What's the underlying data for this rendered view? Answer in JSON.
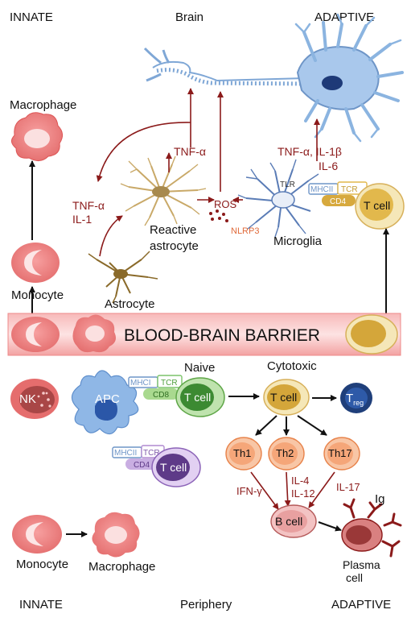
{
  "regions": {
    "top_left": "INNATE",
    "top_center": "Brain",
    "top_right": "ADAPTIVE",
    "bottom_left": "INNATE",
    "bottom_center": "Periphery",
    "bottom_right": "ADAPTIVE"
  },
  "barrier": "BLOOD-BRAIN BARRIER",
  "brain": {
    "macrophage": "Macrophage",
    "monocyte": "Monocyte",
    "astrocyte": "Astrocyte",
    "reactive_astrocyte_line1": "Reactive",
    "reactive_astrocyte_line2": "astrocyte",
    "microglia": "Microglia",
    "tnf_alpha_top": "TNF-α",
    "tnf_alpha_left": "TNF-α",
    "il1_left": "IL-1",
    "cytokines_line1": "TNF-α, IL-1β",
    "cytokines_line2": "IL-6",
    "ros": "ROS",
    "nlrp3": "NLRP3",
    "tlr": "TLR",
    "mhc2": "MHCII",
    "tcr": "TCR",
    "cd4": "CD4",
    "tcell": "T cell"
  },
  "periphery": {
    "nk": "NK",
    "apc": "APC",
    "mhc1": "MHCI",
    "tcr1": "TCR",
    "cd8": "CD8",
    "naive": "Naive",
    "tcell_naive": "T cell",
    "mhc2": "MHCII",
    "tcr2": "TCR",
    "cd4": "CD4",
    "tcell_cd4": "T cell",
    "cytotoxic": "Cytotoxic",
    "tcell_cyto": "T cell",
    "treg_main": "T",
    "treg_sub": "reg",
    "th1": "Th1",
    "th2": "Th2",
    "th17": "Th17",
    "ifn": "IFN-γ",
    "il4": "IL-4",
    "il12": "IL-12",
    "il17": "IL-17",
    "bcell": "B cell",
    "ig": "Ig",
    "plasma_line1": "Plasma",
    "plasma_line2": "cell",
    "monocyte": "Monocyte",
    "macrophage": "Macrophage"
  },
  "colors": {
    "dark_red": "#8B1A1A",
    "barrier_pink": "#F4A6A6",
    "neuron_blue": "#A9C8EC",
    "tcell_gold": "#E2B84C",
    "tcell_green": "#7CC46A",
    "tcell_purple": "#B08AD0",
    "th_orange": "#F5A679"
  }
}
